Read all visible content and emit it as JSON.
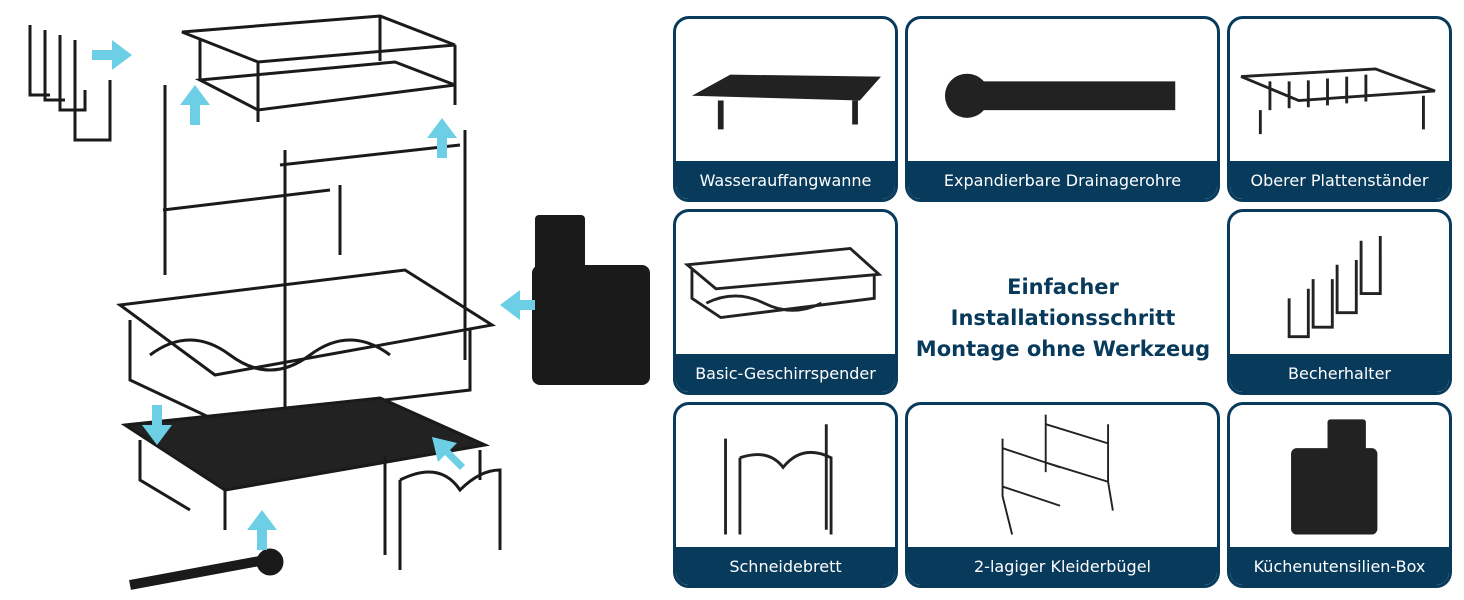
{
  "headline": {
    "line1": "Einfacher Installationsschritt",
    "line2": "Montage ohne Werkzeug"
  },
  "cards": [
    {
      "label": "Wasserauffangwanne",
      "icon": "drip-tray"
    },
    {
      "label": "Expandierbare Drainagerohre",
      "icon": "drain-spout"
    },
    {
      "label": "Oberer Plattenständer",
      "icon": "plate-rack"
    },
    {
      "label": "Basic-Geschirrspender",
      "icon": "basket"
    },
    {
      "label": "Becherhalter",
      "icon": "cup-holder"
    },
    {
      "label": "Schneidebrett",
      "icon": "cutting-board-holder"
    },
    {
      "label": "2-lagiger Kleiderbügel",
      "icon": "towel-hanger"
    },
    {
      "label": "Küchenutensilien-Box",
      "icon": "utensil-box"
    }
  ],
  "colors": {
    "brand": "#083a5c",
    "arrow": "#6ccfe6",
    "product": "#1a1a1a"
  }
}
